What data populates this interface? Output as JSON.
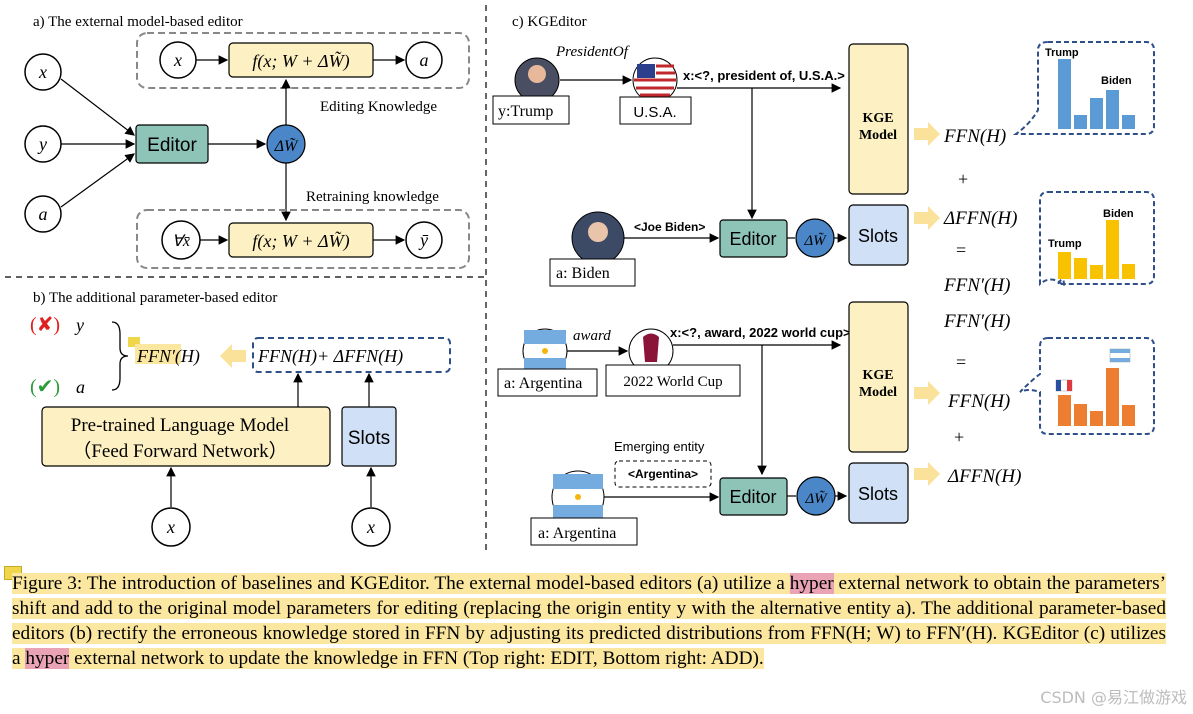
{
  "panel_a": {
    "title": "a) The external model-based editor",
    "input_x": "x",
    "input_y": "y",
    "input_a": "a",
    "editor_label": "Editor",
    "delta_w": "ΔW̃",
    "top_function": "f(x; W + ΔW̃)",
    "top_output": "a",
    "bottom_input": "∀x̄",
    "bottom_function": "f(x; W + ΔW̃)",
    "bottom_output": "ȳ",
    "editing_label": "Editing Knowledge",
    "retraining_label": "Retraining knowledge"
  },
  "panel_b": {
    "title": "b) The additional parameter-based editor",
    "wrong_label": "y",
    "right_label": "a",
    "ffn_prime": "FFN′(H)",
    "ffn_sum": "FFN(H)+ ΔFFN(H)",
    "plm_line1": "Pre-trained Language Model",
    "plm_line2": "（Feed Forward Network）",
    "slots": "Slots",
    "input_left": "x",
    "input_right": "x"
  },
  "panel_c": {
    "title": "c) KGEditor",
    "top": {
      "relation": "PresidentOf",
      "subject": "y:Trump",
      "object": "U.S.A.",
      "query": "x:<?, president of, U.S.A.>",
      "new_entity": "<Joe Biden>",
      "alt": "a: Biden",
      "editor": "Editor",
      "delta_w": "ΔW̃",
      "slots": "Slots",
      "kge_line1": "KGE",
      "kge_line2": "Model",
      "ffn": "FFN(H)",
      "plus": "+",
      "dffn": "ΔFFN(H)",
      "equals": "=",
      "ffn_prime": "FFN′(H)",
      "bar_label_1": "Trump",
      "bar_label_2": "Biden",
      "bar_label_3": "Biden",
      "bar_label_4": "Trump"
    },
    "bottom": {
      "relation": "award",
      "subject": "a: Argentina",
      "object": "2022 World Cup",
      "query": "x:<?, award, 2022 world cup>",
      "emerging_label": "Emerging entity",
      "new_entity": "<Argentina>",
      "alt": "a: Argentina",
      "editor": "Editor",
      "delta_w": "ΔW̃",
      "slots": "Slots",
      "kge_line1": "KGE",
      "kge_line2": "Model",
      "ffn_prime": "FFN′(H)",
      "equals": "=",
      "ffn": "FFN(H)",
      "plus": "+",
      "dffn": "ΔFFN(H)"
    }
  },
  "caption": {
    "part1": "Figure 3: The introduction of baselines and KGEditor. The external model-based editors (a) utilize a ",
    "hyper1": "hyper",
    "part2": " external network to obtain the parameters’ shift and add to the original model parameters for editing (replacing the origin entity y with the alternative entity a). The additional parameter-based editors (b) rectify the erroneous knowledge stored in FFN by adjusting its predicted distributions from FFN(H; W) to FFN′(H). KGEditor (c) utilizes a ",
    "hyper2": "hyper",
    "part3": " external network to update the knowledge in FFN (Top right: EDIT, Bottom right: ADD)."
  },
  "watermark": "CSDN @易江做游戏",
  "colors": {
    "editor_green": "#8ec3b7",
    "delta_blue": "#4a86c8",
    "slots_blue": "#cfe0f7",
    "kge_yellow": "#fdf0c2",
    "bar_blue": "#5b9bd5",
    "bar_yellow": "#f8c200",
    "bar_orange": "#ed7d31",
    "arrow_yellow": "#fbe29a",
    "dash_gray": "#888888",
    "dash_blue": "#2f4f8a"
  }
}
